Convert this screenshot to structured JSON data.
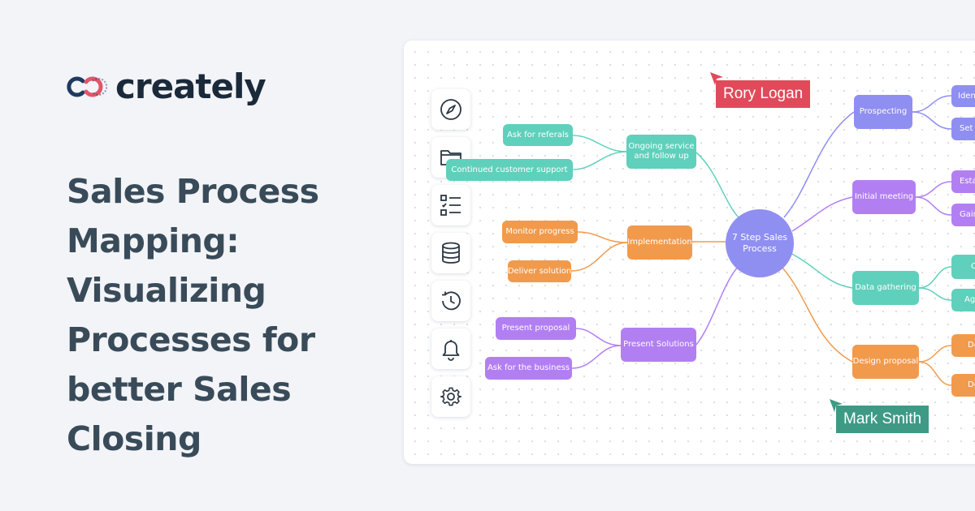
{
  "brand": {
    "name": "creately",
    "logo_icon": "creately-logo-icon",
    "colors": {
      "logo_primary": "#1f3a60",
      "logo_accent": "#e2556a"
    }
  },
  "headline": {
    "lines": [
      "Sales Process",
      "Mapping:",
      "Visualizing",
      "Processes for",
      "better Sales",
      "Closing"
    ]
  },
  "toolbar": {
    "items": [
      {
        "name": "compass-icon"
      },
      {
        "name": "folder-icon"
      },
      {
        "name": "checklist-icon"
      },
      {
        "name": "database-icon"
      },
      {
        "name": "history-icon"
      },
      {
        "name": "bell-icon"
      },
      {
        "name": "gear-icon"
      }
    ]
  },
  "mindmap": {
    "center": "7 Step Sales Process",
    "left": {
      "ongoing": "Ongoing service\nand follow up",
      "referrals": "Ask for referals",
      "support": "Continued customer support",
      "implementation": "Implementation",
      "monitor": "Monitor progress",
      "deliver": "Deliver solution",
      "present_solutions": "Present Solutions",
      "present_proposal": "Present proposal",
      "ask_business": "Ask for the business"
    },
    "right": {
      "prospecting": "Prospecting",
      "identify": "Identi",
      "set": "Set u",
      "initial_meeting": "Initial meeting",
      "establish": "Estab",
      "gain": "Gain",
      "data_gathering": "Data gathering",
      "data_child_1": "C",
      "data_child_2": "Ag",
      "design_proposal": "Design proposal",
      "design_child_1": "De",
      "design_child_2": "De"
    },
    "colors": {
      "teal": "#5fd0bc",
      "orange": "#f29a4c",
      "purple": "#b27ff3",
      "indigo": "#8f8ff2"
    }
  },
  "collaborators": {
    "rory": "Rory Logan",
    "mark": "Mark Smith",
    "colors": {
      "rory": "#e04a5a",
      "mark": "#3e9a85"
    }
  }
}
